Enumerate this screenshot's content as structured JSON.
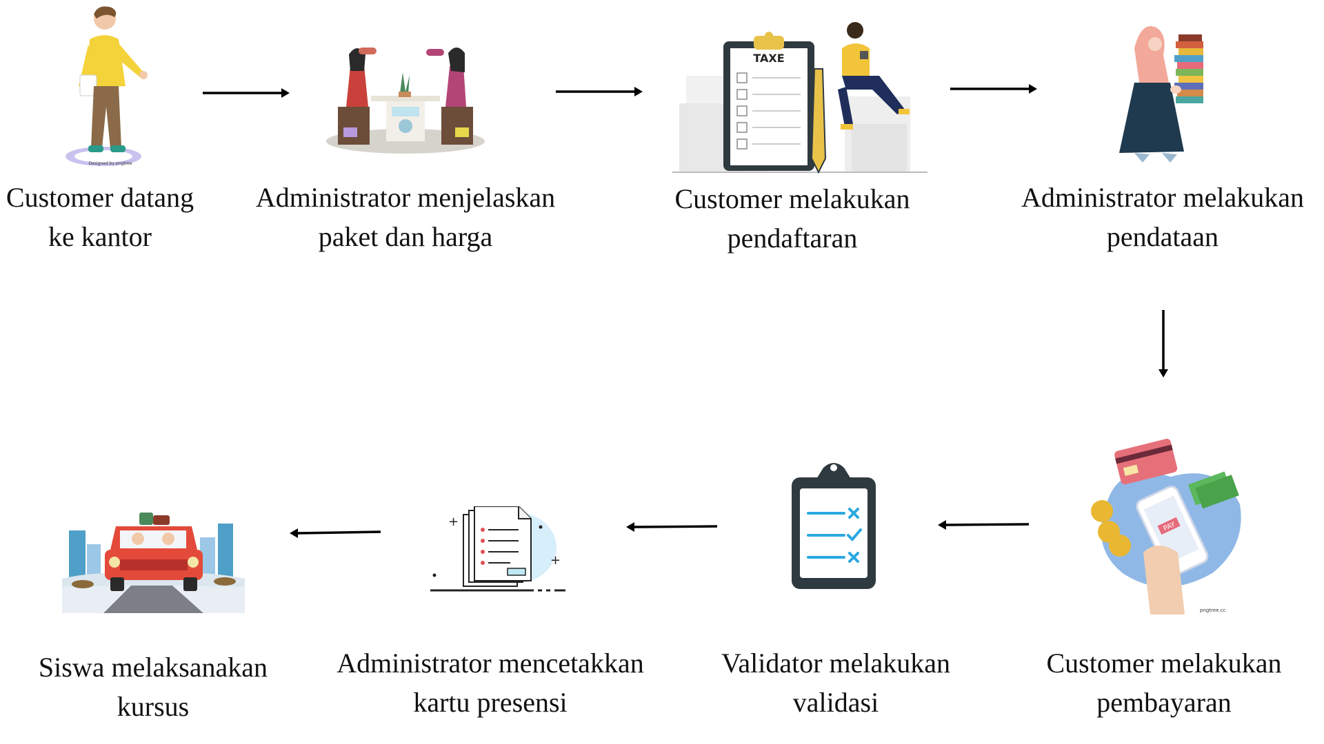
{
  "steps": [
    {
      "line1": "Customer datang",
      "line2": "ke kantor"
    },
    {
      "line1": "Administrator menjelaskan",
      "line2": "paket dan harga"
    },
    {
      "line1": "Customer melakukan",
      "line2": "pendaftaran"
    },
    {
      "line1": "Administrator melakukan",
      "line2": "pendataan"
    },
    {
      "line1": "Customer melakukan",
      "line2": "pembayaran"
    },
    {
      "line1": "Validator melakukan",
      "line2": "validasi"
    },
    {
      "line1": "Administrator mencetakkan",
      "line2": "kartu presensi"
    },
    {
      "line1": "Siswa melaksanakan",
      "line2": "kursus"
    }
  ],
  "labels": {
    "taxe": "TAXE",
    "pay": "PAY",
    "credit1": "Designed by pngtree",
    "credit2": "pngtree.cc"
  },
  "colors": {
    "arrow": "#000000",
    "caption": "#111111",
    "blueBlob": "#8fb8e6",
    "clipboard": "#2f3a40",
    "accentBlue": "#2aa8e0"
  }
}
